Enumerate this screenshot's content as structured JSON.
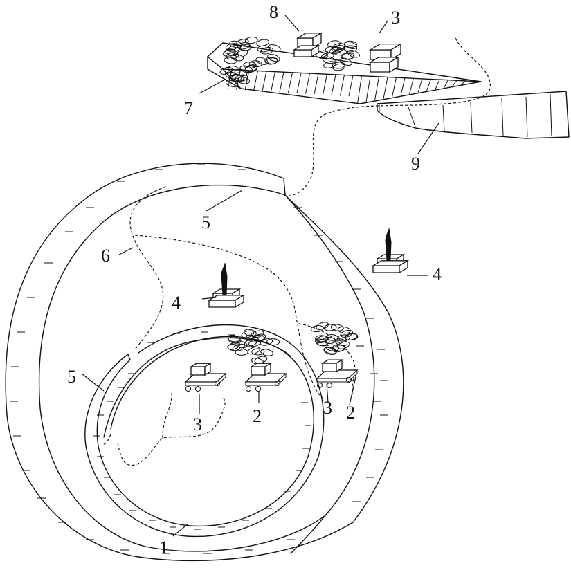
{
  "labels": {
    "l1": "1",
    "l2a": "2",
    "l2b": "2",
    "l3a": "3",
    "l3b": "3",
    "l3c": "3",
    "l4a": "4",
    "l4b": "4",
    "l5a": "5",
    "l5b": "5",
    "l6": "6",
    "l7": "7",
    "l8": "8",
    "l9": "9"
  }
}
